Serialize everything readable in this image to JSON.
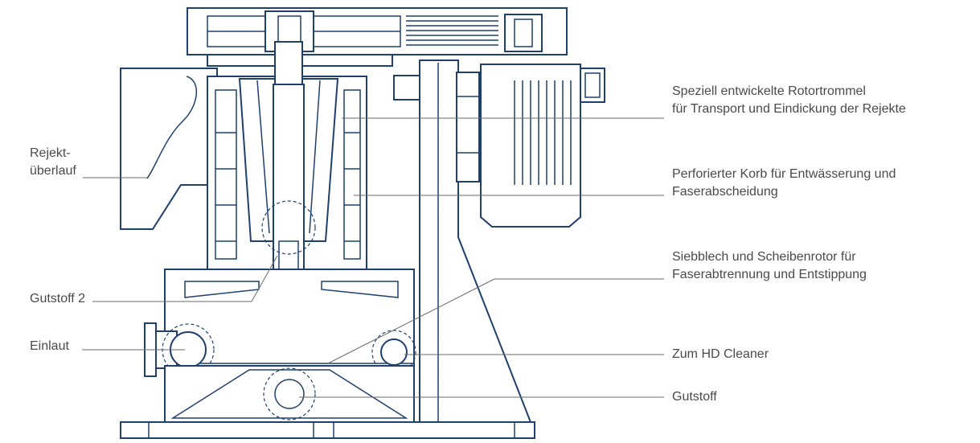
{
  "labels": {
    "rejekt_overflow": [
      "Rejekt-",
      "überlauf"
    ],
    "accepts_2": "Gutstoff 2",
    "inlet": "Einlaut",
    "rotor_drum": [
      "Speziell entwickelte Rotortrommel",
      "für Transport und Eindickung der Rejekte"
    ],
    "perforated_basket": [
      "Perforierter Korb für Entwässerung und",
      "Faserabscheidung"
    ],
    "screen_plate": [
      "Siebblech und Scheibenrotor für",
      "Faserabtrennung und Entstippung"
    ],
    "hd_cleaner": "Zum HD Cleaner",
    "accepts": "Gutstoff"
  },
  "colors": {
    "machine_line": "#1f3f6e",
    "leader_line": "#6a6a6a",
    "label_text": "#4a4a4a",
    "background": "#ffffff"
  }
}
